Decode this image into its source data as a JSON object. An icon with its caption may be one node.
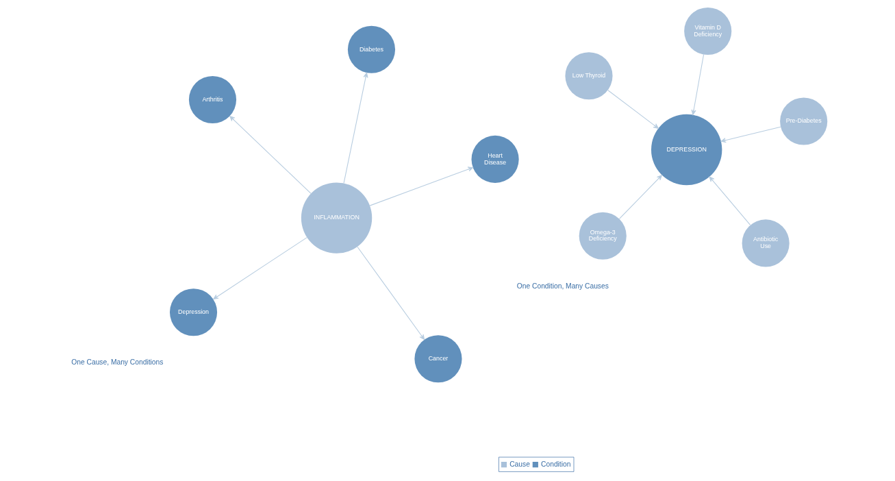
{
  "diagram": {
    "nodes": [
      {
        "text": [
          "Omega-3 Deficiency"
        ]
      },
      {
        "text": [
          "Antibiotic Use"
        ]
      },
      {
        "text": [
          "DEPRESSION"
        ]
      },
      {
        "text": [
          "Low Thyroid"
        ]
      },
      {
        "text": [
          "Pre-Diabetes"
        ]
      },
      {
        "text": [
          "Vitamin D Deficiency"
        ]
      },
      {
        "text": [
          "Depression"
        ]
      },
      {
        "text": [
          "Heart Disease"
        ]
      },
      {
        "text": [
          "INFLAMMATION"
        ]
      },
      {
        "text": [
          "Arthritis"
        ]
      },
      {
        "text": [
          "Diabetes"
        ]
      },
      {
        "text": [
          "Cancer"
        ]
      }
    ],
    "edges": [
      {
        "from": 0,
        "to": 2,
        "arrow": "to"
      },
      {
        "from": 1,
        "to": 2,
        "arrow": "to"
      },
      {
        "from": 3,
        "to": 2,
        "arrow": "to"
      },
      {
        "from": 4,
        "to": 2,
        "arrow": "to"
      },
      {
        "from": 5,
        "to": 2,
        "arrow": "to"
      },
      {
        "from": 8,
        "to": 6,
        "arrow": "to"
      },
      {
        "from": 8,
        "to": 7,
        "arrow": "to"
      },
      {
        "from": 8,
        "to": 9,
        "arrow": "to"
      },
      {
        "from": 8,
        "to": 10,
        "arrow": "to"
      },
      {
        "from": 8,
        "to": 11,
        "arrow": "to"
      }
    ],
    "labels": [
      "One Condition, Many Causes",
      "One Cause, Many Conditions"
    ],
    "legend": [
      {
        "text": "Cause",
        "color": "#a9c1da"
      },
      {
        "text": "Condition",
        "color": "#6190bc"
      }
    ]
  }
}
